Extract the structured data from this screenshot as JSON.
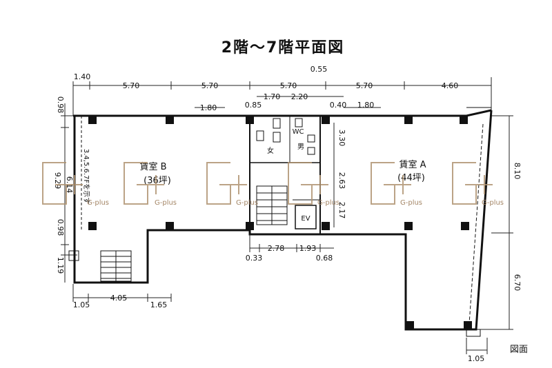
{
  "title": "2階～7階平面図",
  "corner_label": "図面",
  "rooms": {
    "a_name": "賃室 A",
    "a_area": "(44坪)",
    "b_name": "賃室 B",
    "b_area": "(36坪)"
  },
  "fixtures": {
    "wc": "WC",
    "men": "男",
    "women": "女",
    "ev": "EV"
  },
  "vertical_note": "3.4,5.6.7Fを示す",
  "dimensions": {
    "top_row": [
      "1.40",
      "5.70",
      "5.70",
      "5.70",
      "5.70",
      "4.60"
    ],
    "top_extra": [
      "0.55",
      "1.70",
      "2.20",
      "1.80",
      "0.85",
      "0.40",
      "1.80"
    ],
    "left": [
      "0.98",
      "6.14",
      "9.29",
      "0.98",
      "1.19"
    ],
    "right": [
      "3.30",
      "2.63",
      "2.17",
      "8.10",
      "6.70"
    ],
    "bottom_mid": [
      "0.33",
      "2.78",
      "1.93",
      "0.68"
    ],
    "bottom_left": [
      "1.05",
      "4.05",
      "1.65"
    ],
    "bottom_right": "1.05"
  },
  "watermark": "G-plus"
}
